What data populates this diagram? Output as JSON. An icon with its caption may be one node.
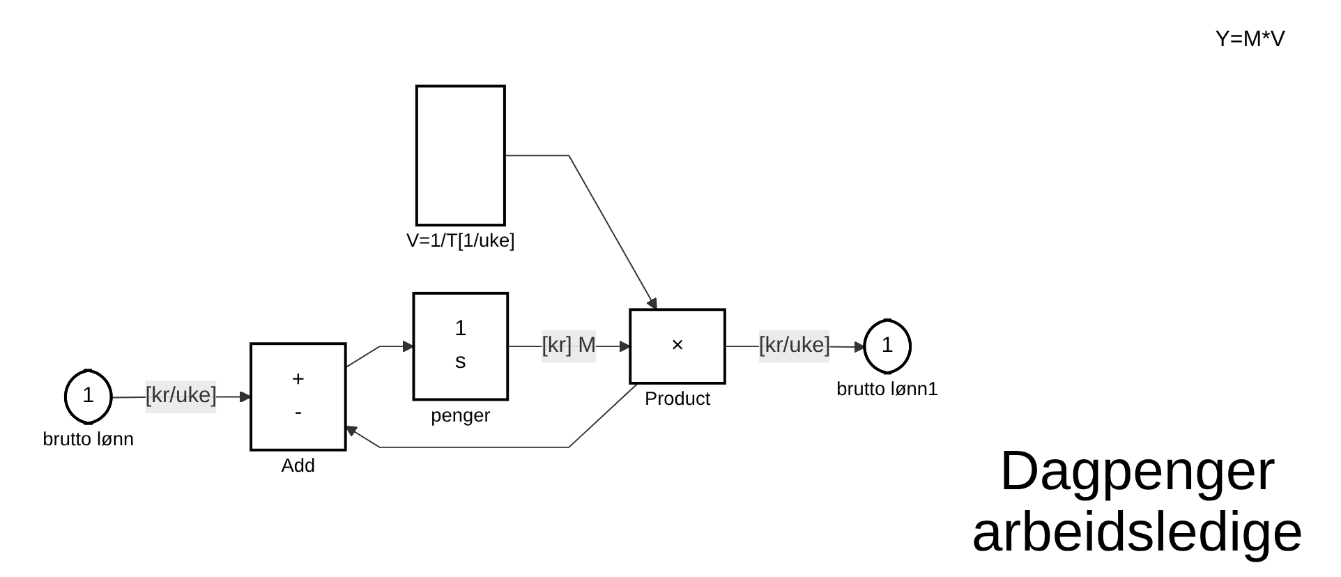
{
  "diagram": {
    "title": "Dagpenger arbeidsledige",
    "nodes": [
      {
        "text": [
          "1"
        ],
        "beside": [
          "brutto lønn"
        ]
      },
      {
        "text": [
          "+",
          "-"
        ],
        "beside": [
          "Add"
        ]
      },
      {
        "text": [
          "1",
          "s"
        ],
        "beside": [
          "penger"
        ]
      },
      {
        "text": [],
        "shape": "box",
        "beside": [
          "V=1/T[1/uke]"
        ]
      },
      {
        "text": [
          "×"
        ],
        "beside": [
          "Product"
        ]
      },
      {
        "text": [
          "1"
        ],
        "beside": [
          "brutto lønn1"
        ]
      }
    ],
    "edges": [
      {
        "from": 0,
        "to": 1,
        "arrow": "to",
        "label": "[kr/uke]"
      },
      {
        "from": 1,
        "to": 2,
        "arrow": "to"
      },
      {
        "from": 3,
        "to": 4,
        "arrow": "to"
      },
      {
        "from": 2,
        "to": 4,
        "arrow": "to",
        "label": "[kr]  M"
      },
      {
        "from": 4,
        "to": 5,
        "arrow": "to",
        "label": "[kr/uke]"
      },
      {
        "from": 4,
        "to": 1,
        "arrow": "to"
      }
    ],
    "labels": [
      "Y=M*V"
    ]
  }
}
